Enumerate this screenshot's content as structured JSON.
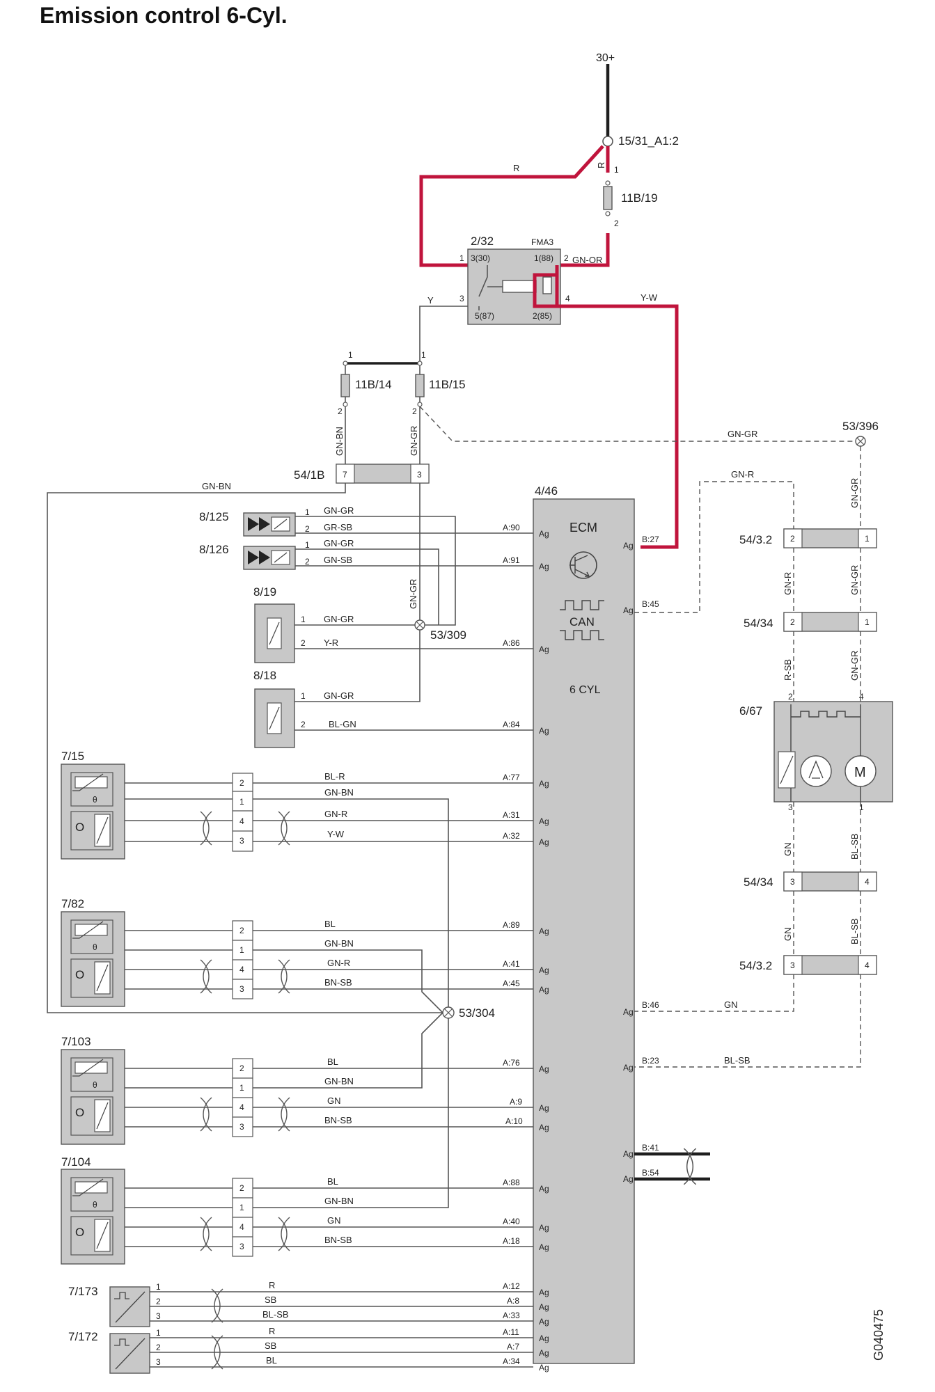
{
  "title": "Emission control 6-Cyl.",
  "doc_id": "G040475",
  "power": {
    "supply": "30+",
    "splice": "15/31_A1:2",
    "fuse_main": "11B/19"
  },
  "relay": {
    "ref": "2/32",
    "name": "FMA3",
    "p1": "1",
    "p3_30": "3(30)",
    "p1_88": "1(88)",
    "p2": "2",
    "p3": "3",
    "p5_87": "5(87)",
    "p2_85": "2(85)",
    "p4": "4"
  },
  "fuses": {
    "f14": "11B/14",
    "f15": "11B/15",
    "pin1": "1",
    "pin2": "2"
  },
  "connector_54_1b": {
    "ref": "54/1B",
    "pin_a": "7",
    "pin_b": "3"
  },
  "ecm": {
    "ref": "4/46",
    "name": "ECM",
    "can": "CAN",
    "variant": "6 CYL",
    "ag": "Ag"
  },
  "splices": {
    "s396": "53/396",
    "s309": "53/309",
    "s304": "53/304"
  },
  "wires": {
    "r": "R",
    "y": "Y",
    "gn_or": "GN-OR",
    "y_w": "Y-W",
    "gn_bn": "GN-BN",
    "gn_gr": "GN-GR",
    "gn_r": "GN-R",
    "gr_sb": "GR-SB",
    "gn_sb": "GN-SB",
    "y_r": "Y-R",
    "bl_gn": "BL-GN",
    "bl_r": "BL-R",
    "bl": "BL",
    "bn_sb": "BN-SB",
    "gn": "GN",
    "sb": "SB",
    "bl_sb": "BL-SB",
    "r_sb": "R-SB"
  },
  "components": {
    "c8125": "8/125",
    "c8126": "8/126",
    "c819": "8/19",
    "c818": "8/18",
    "c715": "7/15",
    "c782": "7/82",
    "c7103": "7/103",
    "c7104": "7/104",
    "c7173": "7/173",
    "c7172": "7/172",
    "c667": "6/67",
    "k5432": "54/3.2",
    "k5434": "54/34",
    "motor": "M"
  },
  "sensor_pins": {
    "p1": "1",
    "p2": "2",
    "p3": "3",
    "p4": "4",
    "theta": "θ",
    "o2": "O"
  },
  "ecm_pins": {
    "a90": "A:90",
    "a91": "A:91",
    "a86": "A:86",
    "a84": "A:84",
    "a77": "A:77",
    "a31": "A:31",
    "a32": "A:32",
    "a89": "A:89",
    "a41": "A:41",
    "a45": "A:45",
    "a76": "A:76",
    "a9": "A:9",
    "a10": "A:10",
    "a88": "A:88",
    "a40": "A:40",
    "a18": "A:18",
    "a12": "A:12",
    "a8": "A:8",
    "a33": "A:33",
    "a11": "A:11",
    "a7": "A:7",
    "a34": "A:34",
    "b27": "B:27",
    "b45": "B:45",
    "b46": "B:46",
    "b23": "B:23",
    "b41": "B:41",
    "b54": "B:54"
  }
}
